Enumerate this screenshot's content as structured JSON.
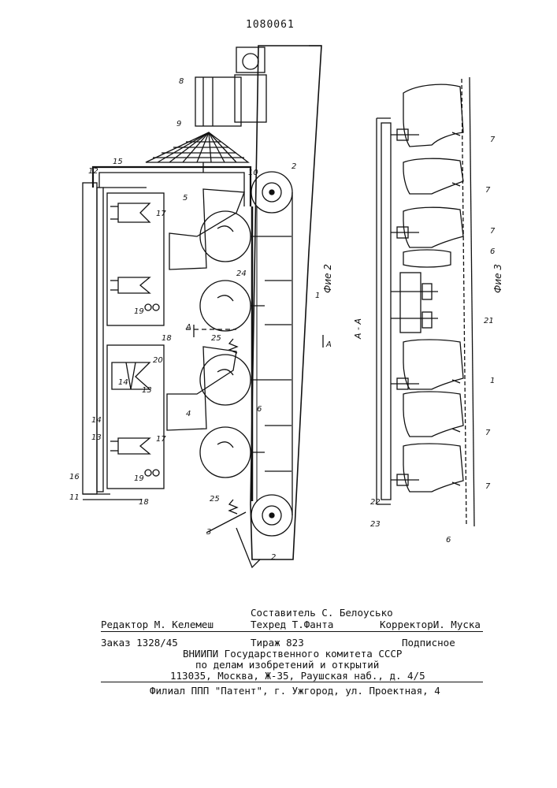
{
  "document": {
    "number": "1080061"
  },
  "figure2": {
    "caption": "Фие 2",
    "section": "A - A",
    "section_marks": [
      "A",
      "A"
    ],
    "labels": [
      "1",
      "2",
      "2",
      "3",
      "4",
      "5",
      "6",
      "8",
      "9",
      "10",
      "11",
      "12",
      "13",
      "13",
      "14",
      "14",
      "15",
      "16",
      "17",
      "17",
      "18",
      "18",
      "19",
      "19",
      "20",
      "24",
      "25",
      "25"
    ]
  },
  "figure3": {
    "caption": "Фие 3",
    "labels": [
      "7",
      "7",
      "7",
      "6",
      "21",
      "1",
      "7",
      "7",
      "22",
      "23",
      "6"
    ]
  },
  "imprint": {
    "editor": "Редактор М. Келемеш",
    "compiler": "Составитель С. Белоусько",
    "techred": "Техред Т.Фанта",
    "corrector": "КорректорИ. Муска",
    "order": "Заказ 1328/45",
    "circulation": "Тираж 823",
    "subscription": "Подписное",
    "org1": "ВНИИПИ Государственного комитета СССР",
    "org2": "по делам изобретений и открытий",
    "address": "113035, Москва, Ж-35, Раушская наб., д. 4/5",
    "branch": "Филиал ППП \"Патент\", г. Ужгород, ул. Проектная, 4"
  }
}
